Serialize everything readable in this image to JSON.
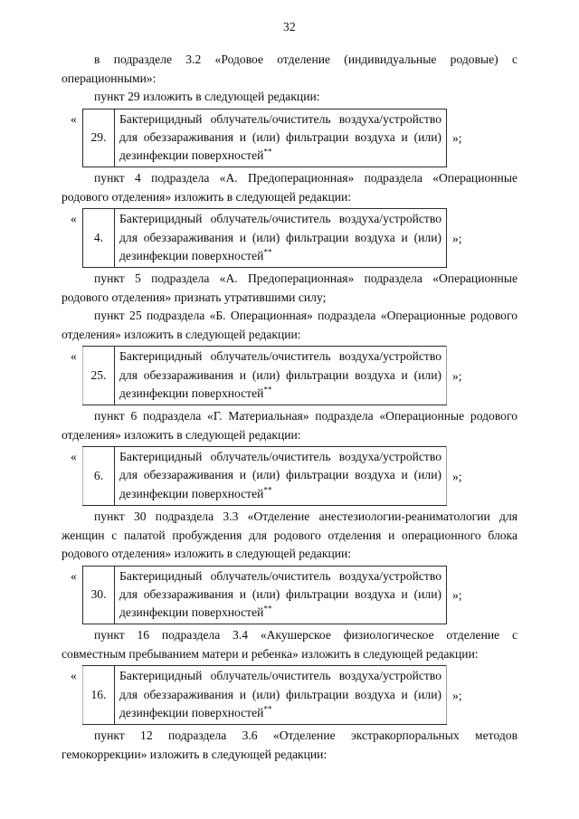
{
  "document": {
    "page_number": "32",
    "language": "ru",
    "quote_open": "«",
    "quote_close": "»;"
  },
  "body": {
    "intro_paragraph": "в подразделе 3.2 «Родовое отделение (индивидуальные родовые) с операционными»:",
    "lead_29": "пункт 29 изложить в следующей редакции:",
    "lead_4": "пункт 4 подраздела «А. Предоперационная» подраздела «Операционные родового отделения» изложить в следующей редакции:",
    "note_5": "пункт 5 подраздела «А. Предоперационная» подраздела «Операционные родового отделения» признать утратившими силу;",
    "lead_25": "пункт 25 подраздела «Б. Операционная» подраздела «Операционные родового отделения» изложить в следующей редакции:",
    "lead_6": "пункт 6 подраздела «Г. Материальная» подраздела «Операционные родового отделения» изложить в следующей редакции:",
    "lead_30": "пункт 30 подраздела 3.3 «Отделение анестезиологии-реаниматологии для женщин с палатой пробуждения для родового отделения и операционного блока родового отделения» изложить в следующей редакции:",
    "lead_16": "пункт 16 подраздела 3.4 «Акушерское физиологическое отделение с совместным пребыванием матери и ребенка» изложить в следующей редакции:",
    "lead_12": "пункт 12 подраздела 3.6 «Отделение экстракорпоральных методов гемокоррекции» изложить в следующей редакции:"
  },
  "equipment_text": {
    "main": "Бактерицидный облучатель/очиститель воздуха/устройство для обеззараживания и (или) фильтрации воздуха и (или) дезинфекции поверхностей",
    "footnote_marker": "**"
  },
  "items": [
    {
      "number": "29."
    },
    {
      "number": "4."
    },
    {
      "number": "25."
    },
    {
      "number": "6."
    },
    {
      "number": "30."
    },
    {
      "number": "16."
    }
  ]
}
